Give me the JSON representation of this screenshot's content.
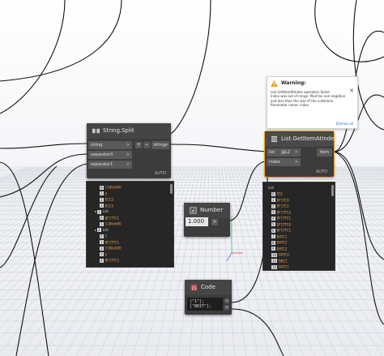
{
  "colors": {
    "node_bg": "#3c3c3c",
    "header_bg": "#454545",
    "warning_accent": "#f5a21b",
    "wire": "#111111",
    "preview_value": "#f0a24b",
    "grid_line": "#c8ccd6"
  },
  "nodes": {
    "string_split": {
      "title": "String.Split",
      "icon": "string-split-icon",
      "inputs": [
        "string",
        "separator0",
        "separator1"
      ],
      "output": "strings",
      "add_label": "+",
      "remove_label": "−",
      "lacing": "AUTO",
      "preview": {
        "rows": [
          {
            "indent": 2,
            "idx": "0",
            "val": "1180x600"
          },
          {
            "indent": 2,
            "idx": "1",
            "val": "S"
          },
          {
            "indent": 2,
            "idx": "2",
            "val": "ECC2"
          },
          {
            "indent": 2,
            "idx": "3",
            "val": "ECC2"
          },
          {
            "indent": 1,
            "idx": "1",
            "val": "List",
            "list": true
          },
          {
            "indent": 2,
            "idx": "0",
            "val": "BF1TTC1"
          },
          {
            "indent": 2,
            "idx": "1",
            "val": "1180x600"
          },
          {
            "indent": 1,
            "idx": "2",
            "val": "List",
            "list": true
          },
          {
            "indent": 2,
            "idx": "0",
            "val": "S"
          },
          {
            "indent": 2,
            "idx": "1",
            "val": "BF1TTC1"
          },
          {
            "indent": 2,
            "idx": "2",
            "val": "1180x600"
          },
          {
            "indent": 2,
            "idx": "3",
            "val": "S"
          },
          {
            "indent": 2,
            "idx": "4",
            "val": "BF1TTC2"
          }
        ]
      }
    },
    "get_item": {
      "title": "List.GetItemAtIndex",
      "icon": "list-get-item-icon",
      "inputs": [
        "list",
        "index"
      ],
      "list_badge": "@L2",
      "output": "item",
      "lacing": "AUTO",
      "preview": {
        "header": "List",
        "rows": [
          {
            "idx": "0",
            "val": "ES1"
          },
          {
            "idx": "1",
            "val": "BF1TC0"
          },
          {
            "idx": "2",
            "val": "BF1TC2"
          },
          {
            "idx": "3",
            "val": "BF1TTC2"
          },
          {
            "idx": "4",
            "val": "BF1TTC1"
          },
          {
            "idx": "5",
            "val": "BF1TTC0"
          },
          {
            "idx": "6",
            "val": "BF1TTC1"
          },
          {
            "idx": "7",
            "val": "BATC1"
          },
          {
            "idx": "8",
            "val": "BATC2"
          },
          {
            "idx": "9",
            "val": "BATC2"
          },
          {
            "idx": "10",
            "val": "BATC0"
          },
          {
            "idx": "11",
            "val": "BBC1"
          },
          {
            "idx": "12",
            "val": "BATC1"
          },
          {
            "idx": "13",
            "val": "BATC2"
          }
        ]
      },
      "warning": {
        "title": "Warning:",
        "message": "List.GetItemAtIndex operation failed.\nIndex was out of range. Must be non-negative and less than the size of the collection.\nParameter name: index",
        "dismiss": "Dismiss all"
      }
    },
    "number": {
      "title": "Number",
      "icon": "number-icon",
      "value": "1.000",
      "output_chevron": ">"
    },
    "code_block": {
      "title": "Code Block",
      "icon": "code-block-icon",
      "code": "[\"1\"];\n[\"BRIT\"];"
    }
  }
}
